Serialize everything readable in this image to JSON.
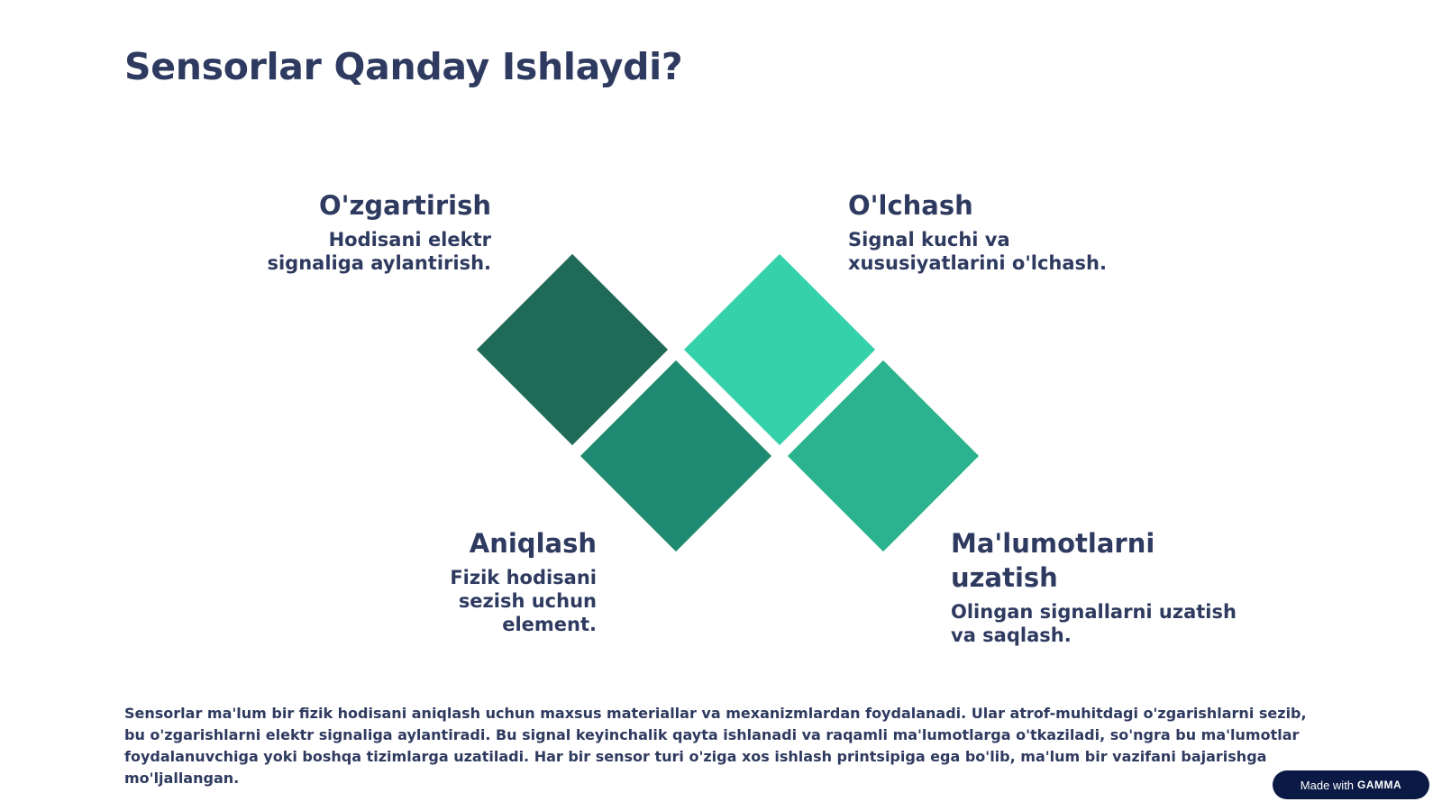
{
  "title": "Sensorlar Qanday Ishlaydi?",
  "steps": [
    {
      "title": "O'zgartirish",
      "desc": "Hodisani elektr signaliga aylantirish."
    },
    {
      "title": "O'lchash",
      "desc": "Signal kuchi va xususiyatlarini o'lchash."
    },
    {
      "title": "Aniqlash",
      "desc": "Fizik hodisani sezish uchun element."
    },
    {
      "title": "Ma'lumotlarni uzatish",
      "desc": "Olingan signallarni uzatish va saqlash."
    }
  ],
  "colors": {
    "diamond_1": "#1f6b57",
    "diamond_2": "#1f8a72",
    "diamond_3": "#34d1ab",
    "diamond_4": "#2bb28f",
    "text": "#2e3a5f",
    "badge_bg": "#0b1a45"
  },
  "body": "Sensorlar ma'lum bir fizik hodisani aniqlash uchun maxsus materiallar va mexanizmlardan foydalanadi. Ular atrof-muhitdagi o'zgarishlarni sezib, bu o'zgarishlarni elektr signaliga aylantiradi. Bu signal keyinchalik qayta ishlanadi va raqamli ma'lumotlarga o'tkaziladi, so'ngra bu ma'lumotlar foydalanuvchiga yoki boshqa tizimlarga uzatiladi. Har bir sensor turi o'ziga xos ishlash printsipiga ega bo'lib, ma'lum bir vazifani bajarishga mo'ljallangan.",
  "badge": {
    "prefix": "Made with",
    "brand": "GAMMA"
  }
}
